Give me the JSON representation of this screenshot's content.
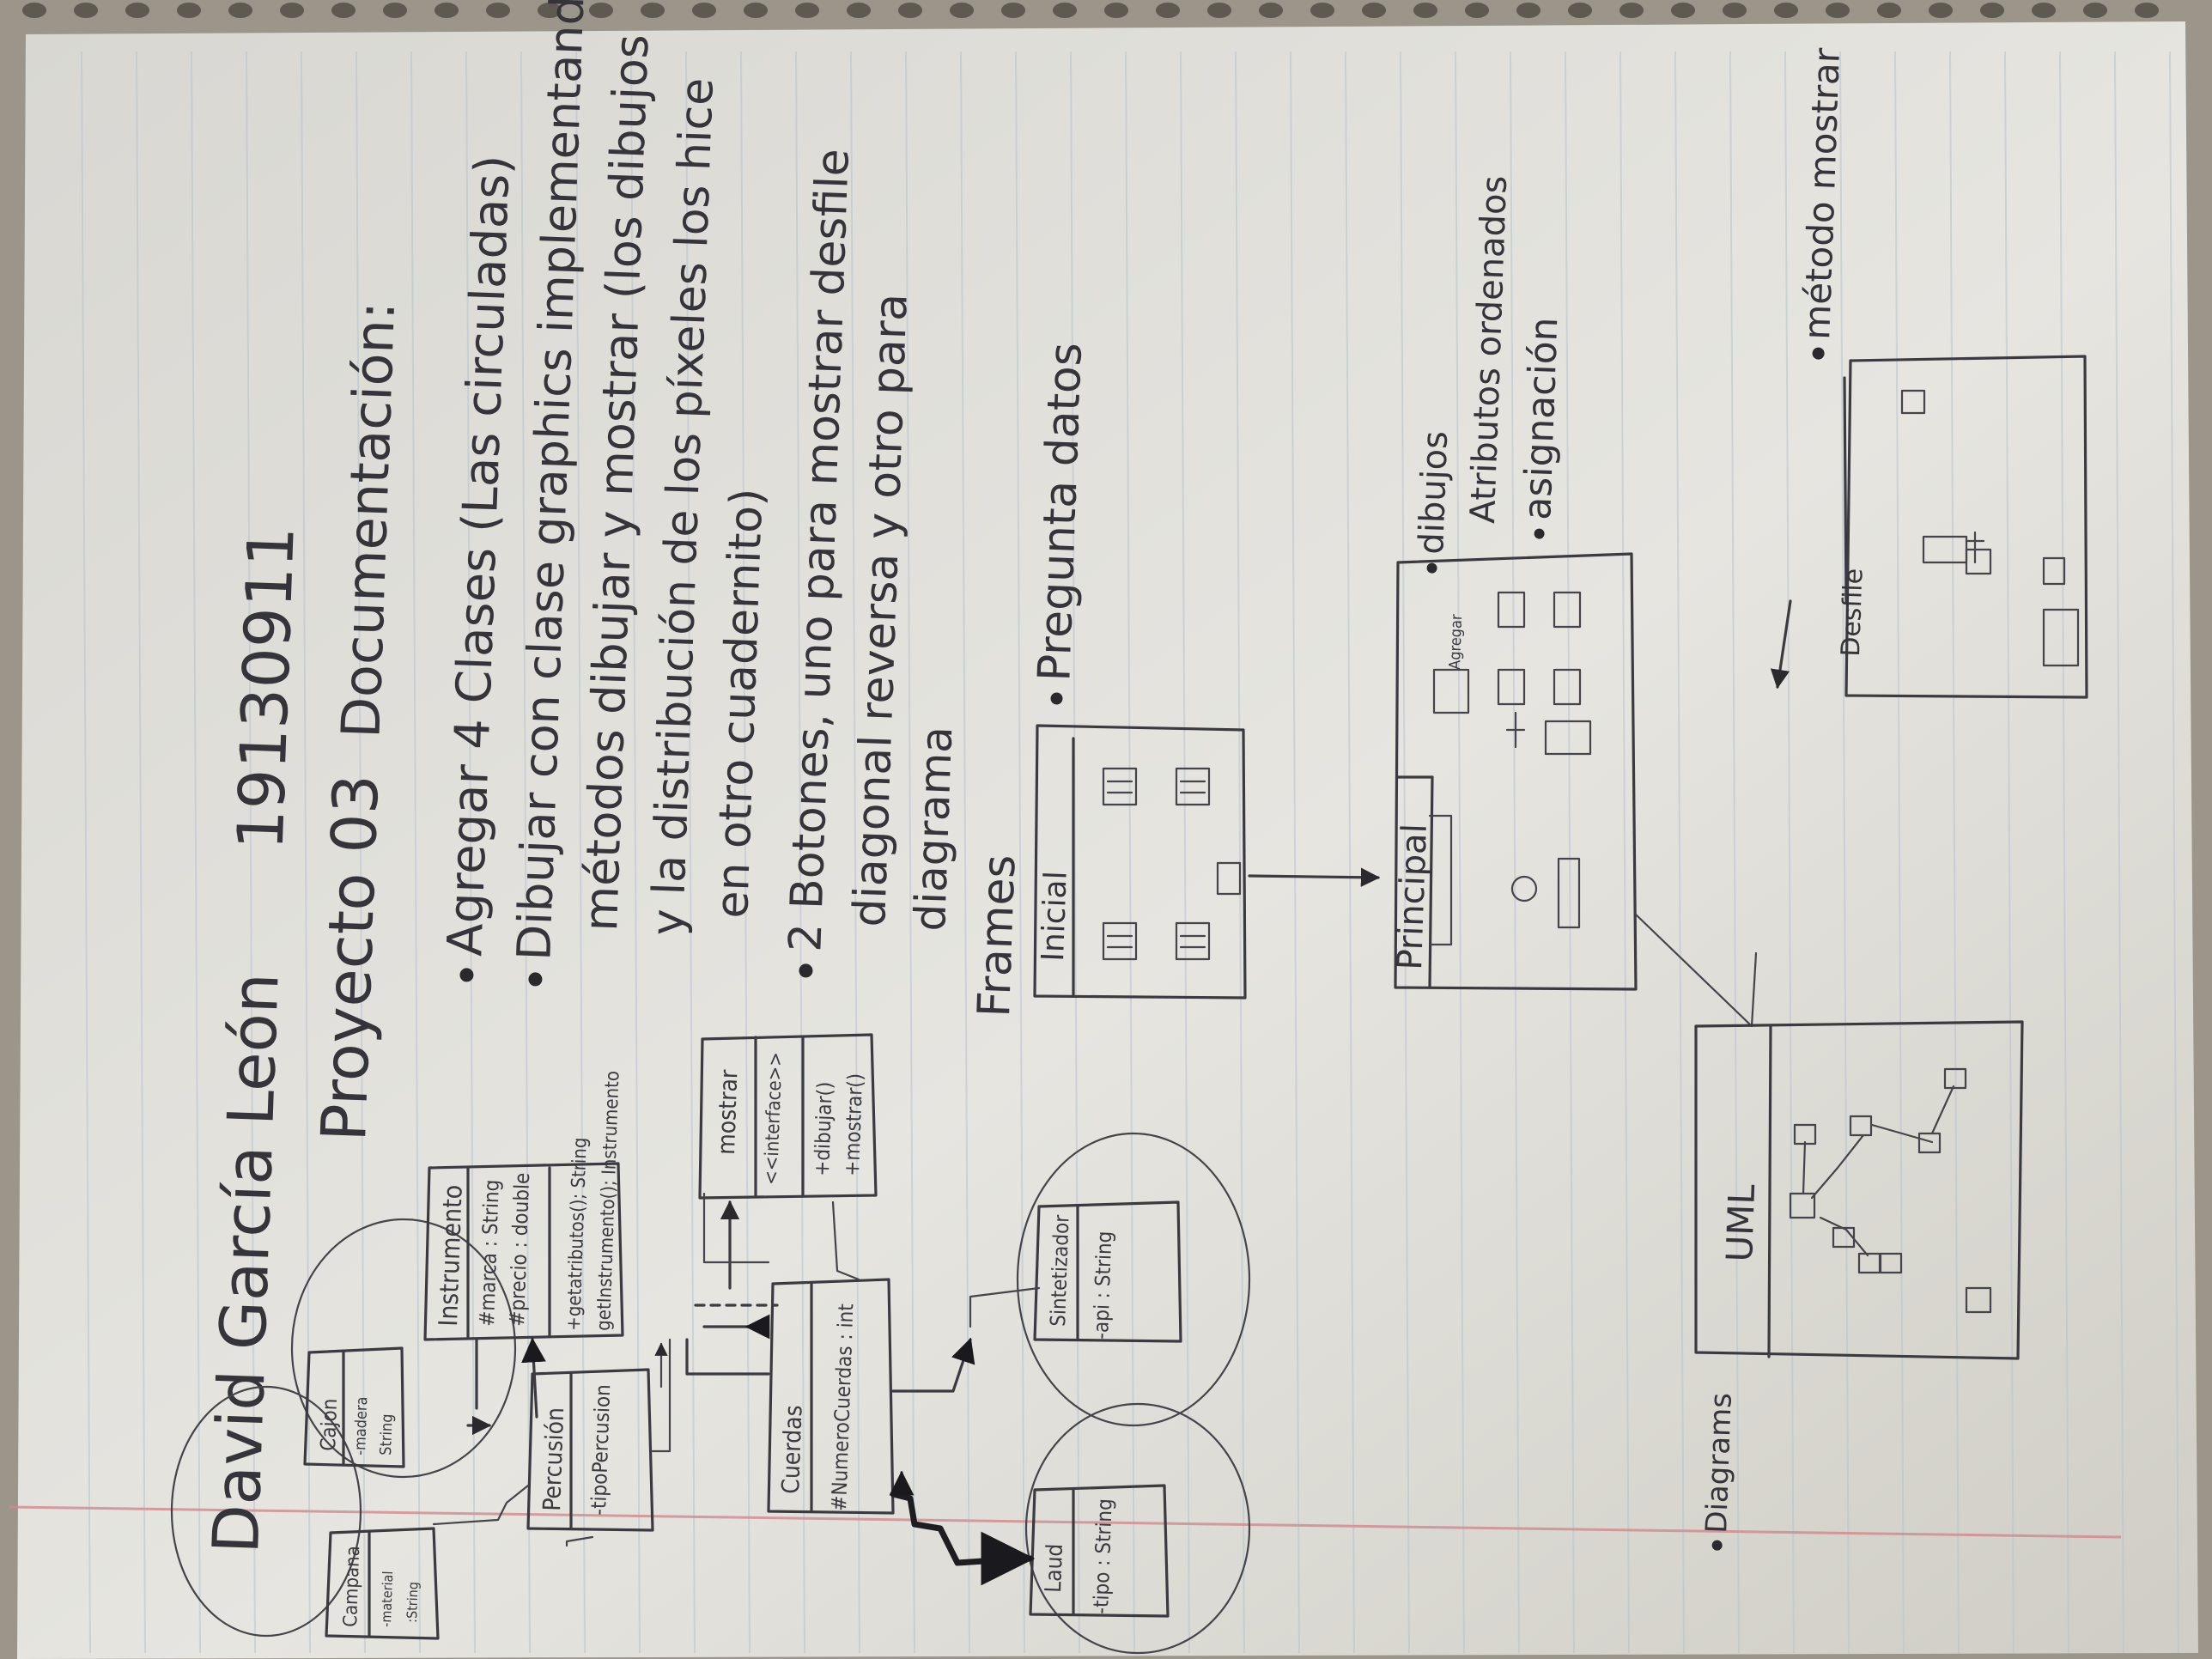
{
  "header": {
    "name": "David García León",
    "id_number": "19130911",
    "project": "Proyecto 03",
    "section": "Documentación:"
  },
  "bullets": [
    "Agregar 4 Clases (Las circuladas)",
    "Dibujar con clase graphics implementando",
    "métodos dibujar y mostrar (los dibujos",
    "y la distribución de los píxeles los hice",
    "en otro cuadernito)",
    "2 Botones, uno para mostrar desfile",
    "diagonal reversa y otro para",
    "diagrama",
    "Pregunta datos"
  ],
  "frames_label": "Frames",
  "frame_inicial": "Inicial",
  "frame_principal": "Principal",
  "principal_tab": "Agregar",
  "principal_notes": [
    "dibujos",
    "Atributos ordenados",
    "asignación"
  ],
  "desfile_label": "Desfile",
  "desfile_note": "método mostrar",
  "diagrams_label": "Diagrams",
  "uml_label": "UML",
  "uml": {
    "instrumento": {
      "name": "Instrumento",
      "attrs": [
        "#marca : String",
        "#precio : double"
      ],
      "methods": [
        "+getatributos(); String",
        "getInstrumento(); Instrumento"
      ]
    },
    "mostrar": {
      "name": "mostrar",
      "stereotype": "<<interface>>",
      "methods": [
        "+dibujar()",
        "+mostrar()"
      ]
    },
    "percusion": {
      "name": "Percusión",
      "attrs": [
        "-tipoPercusion"
      ]
    },
    "cuerdas": {
      "name": "Cuerdas",
      "attrs": [
        "#NumeroCuerdas : int"
      ]
    },
    "sintetizador": {
      "name": "Sintetizador",
      "attrs": [
        "-api : String"
      ]
    },
    "cajon": {
      "name": "Cajon",
      "attrs": [
        "-madera",
        "String"
      ]
    },
    "campana": {
      "name": "Campana",
      "attrs": [
        "-material",
        ":String"
      ]
    },
    "laud": {
      "name": "Laud",
      "attrs": [
        "-tipo : String"
      ]
    }
  }
}
